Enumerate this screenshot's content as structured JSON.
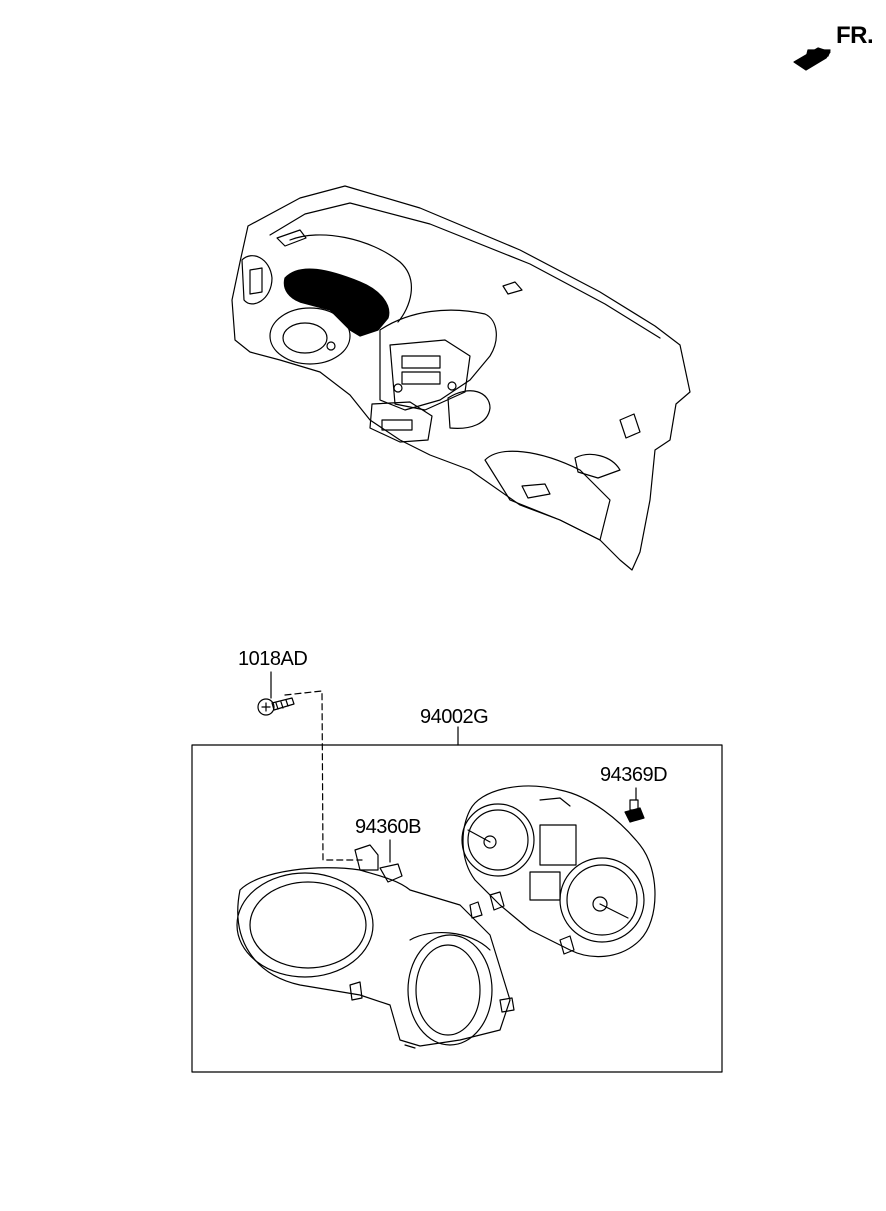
{
  "orientation": {
    "label": "FR."
  },
  "parts": {
    "screw": {
      "code": "1018AD"
    },
    "assembly": {
      "code": "94002G"
    },
    "bulb": {
      "code": "94369D"
    },
    "hood": {
      "code": "94360B"
    }
  },
  "colors": {
    "line": "#000000",
    "background": "#ffffff",
    "highlight": "#000000"
  }
}
